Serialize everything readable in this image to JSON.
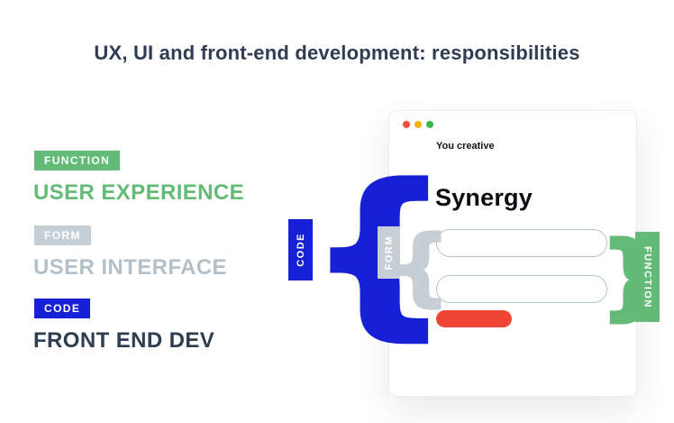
{
  "title": "UX, UI and front-end development: responsibilities",
  "colors": {
    "green": "#64bb78",
    "gray": "#c6ced6",
    "grayText": "#b3bfc9",
    "blue": "#1621d6",
    "navy": "#2e3d50",
    "red": "#ee4634",
    "dotRed": "#f4493c",
    "dotYellow": "#f7b20c",
    "dotGreen": "#39b54a",
    "fieldBorder": "#b8c4ce"
  },
  "legend": {
    "items": [
      {
        "badge": "FUNCTION",
        "label": "USER EXPERIENCE"
      },
      {
        "badge": "FORM",
        "label": "USER INTERFACE"
      },
      {
        "badge": "CODE",
        "label": "FRONT END DEV"
      }
    ]
  },
  "diagram": {
    "code_brace": "{",
    "form_brace": "{",
    "function_brace": "}",
    "code_label": "CODE",
    "form_label": "FORM",
    "function_label": "FUNCTION"
  },
  "browser_window": {
    "brand": "You creative",
    "heading": "Synergy"
  }
}
